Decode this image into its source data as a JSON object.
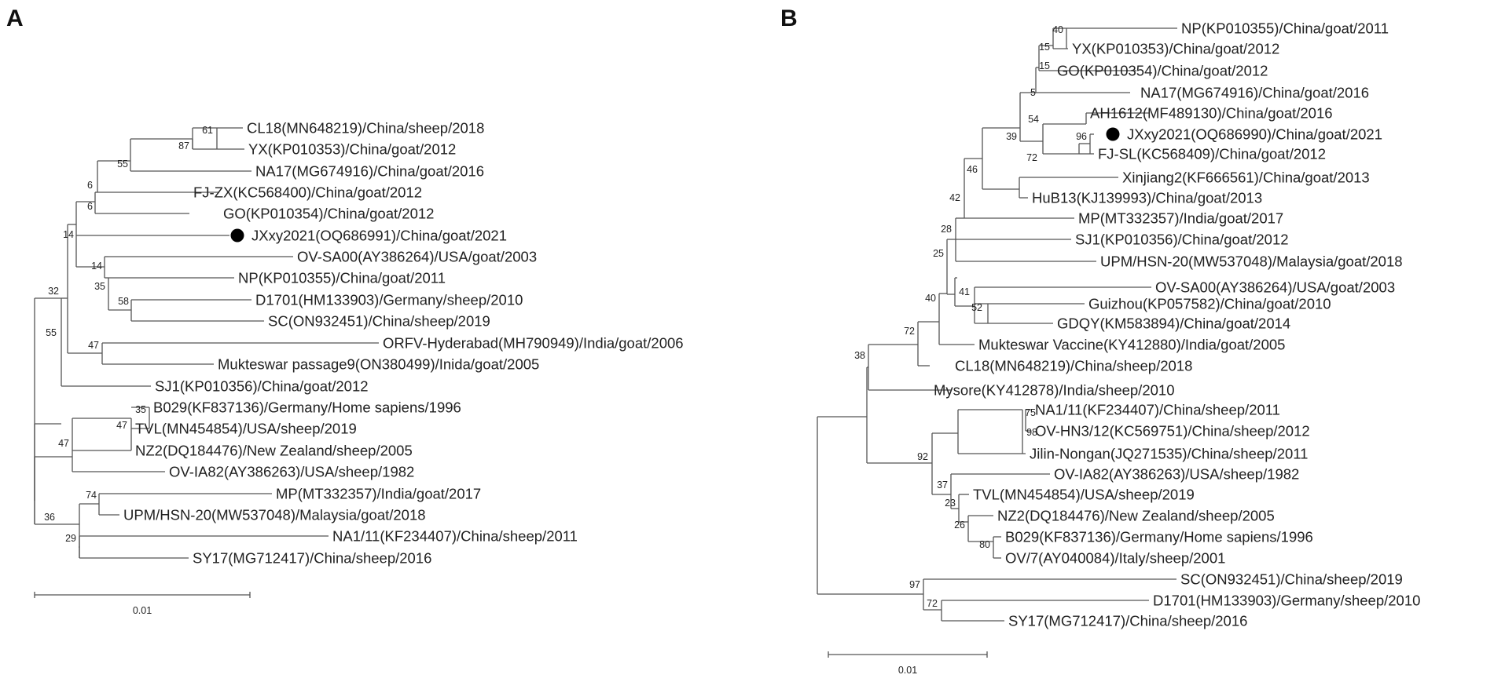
{
  "colors": {
    "line": "#555555",
    "text": "#222222",
    "marker": "#000000"
  },
  "panels": [
    {
      "id": "A",
      "label": "A",
      "scale_label": "0.01",
      "tips": [
        "CL18(MN648219)/China/sheep/2018",
        "YX(KP010353)/China/goat/2012",
        "NA17(MG674916)/China/goat/2016",
        "FJ-ZX(KC568400)/China/goat/2012",
        "GO(KP010354)/China/goat/2012",
        "JXxy2021(OQ686991)/China/goat/2021",
        "OV-SA00(AY386264)/USA/goat/2003",
        "NP(KP010355)/China/goat/2011",
        "D1701(HM133903)/Germany/sheep/2010",
        "SC(ON932451)/China/sheep/2019",
        "ORFV-Hyderabad(MH790949)/India/goat/2006",
        "Mukteswar passage9(ON380499)/Inida/goat/2005",
        "SJ1(KP010356)/China/goat/2012",
        "B029(KF837136)/Germany/Home sapiens/1996",
        "TVL(MN454854)/USA/sheep/2019",
        "NZ2(DQ184476)/New Zealand/sheep/2005",
        "OV-IA82(AY386263)/USA/sheep/1982",
        "MP(MT332357)/India/goat/2017",
        "UPM/HSN-20(MW537048)/Malaysia/goat/2018",
        "NA1/11(KF234407)/China/sheep/2011",
        "SY17(MG712417)/China/sheep/2016"
      ],
      "bootstraps": [
        "61",
        "87",
        "55",
        "6",
        "6",
        "14",
        "14",
        "35",
        "58",
        "32",
        "55",
        "47",
        "35",
        "47",
        "47",
        "74",
        "36",
        "29"
      ],
      "marked_tip": "JXxy2021(OQ686991)/China/goat/2021"
    },
    {
      "id": "B",
      "label": "B",
      "scale_label": "0.01",
      "tips": [
        "NP(KP010355)/China/goat/2011",
        "YX(KP010353)/China/goat/2012",
        "GO(KP010354)/China/goat/2012",
        "NA17(MG674916)/China/goat/2016",
        "AH1612(MF489130)/China/goat/2016",
        "JXxy2021(OQ686990)/China/goat/2021",
        "FJ-SL(KC568409)/China/goat/2012",
        "Xinjiang2(KF666561)/China/goat/2013",
        "HuB13(KJ139993)/China/goat/2013",
        "MP(MT332357)/India/goat/2017",
        "SJ1(KP010356)/China/goat/2012",
        "UPM/HSN-20(MW537048)/Malaysia/goat/2018",
        "OV-SA00(AY386264)/USA/goat/2003",
        "Guizhou(KP057582)/China/goat/2010",
        "GDQY(KM583894)/China/goat/2014",
        "Mukteswar Vaccine(KY412880)/India/goat/2005",
        "CL18(MN648219)/China/sheep/2018",
        "Mysore(KY412878)/India/sheep/2010",
        "NA1/11(KF234407)/China/sheep/2011",
        "OV-HN3/12(KC569751)/China/sheep/2012",
        "Jilin-Nongan(JQ271535)/China/sheep/2011",
        "OV-IA82(AY386263)/USA/sheep/1982",
        "TVL(MN454854)/USA/sheep/2019",
        "NZ2(DQ184476)/New Zealand/sheep/2005",
        "B029(KF837136)/Germany/Home sapiens/1996",
        "OV/7(AY040084)/Italy/sheep/2001",
        "SC(ON932451)/China/sheep/2019",
        "D1701(HM133903)/Germany/sheep/2010",
        "SY17(MG712417)/China/sheep/2016"
      ],
      "bootstraps": [
        "40",
        "15",
        "15",
        "5",
        "54",
        "96",
        "39",
        "72",
        "46",
        "42",
        "28",
        "25",
        "41",
        "52",
        "40",
        "72",
        "38",
        "75",
        "98",
        "92",
        "37",
        "23",
        "26",
        "80",
        "97",
        "72"
      ],
      "marked_tip": "JXxy2021(OQ686990)/China/goat/2021"
    }
  ]
}
